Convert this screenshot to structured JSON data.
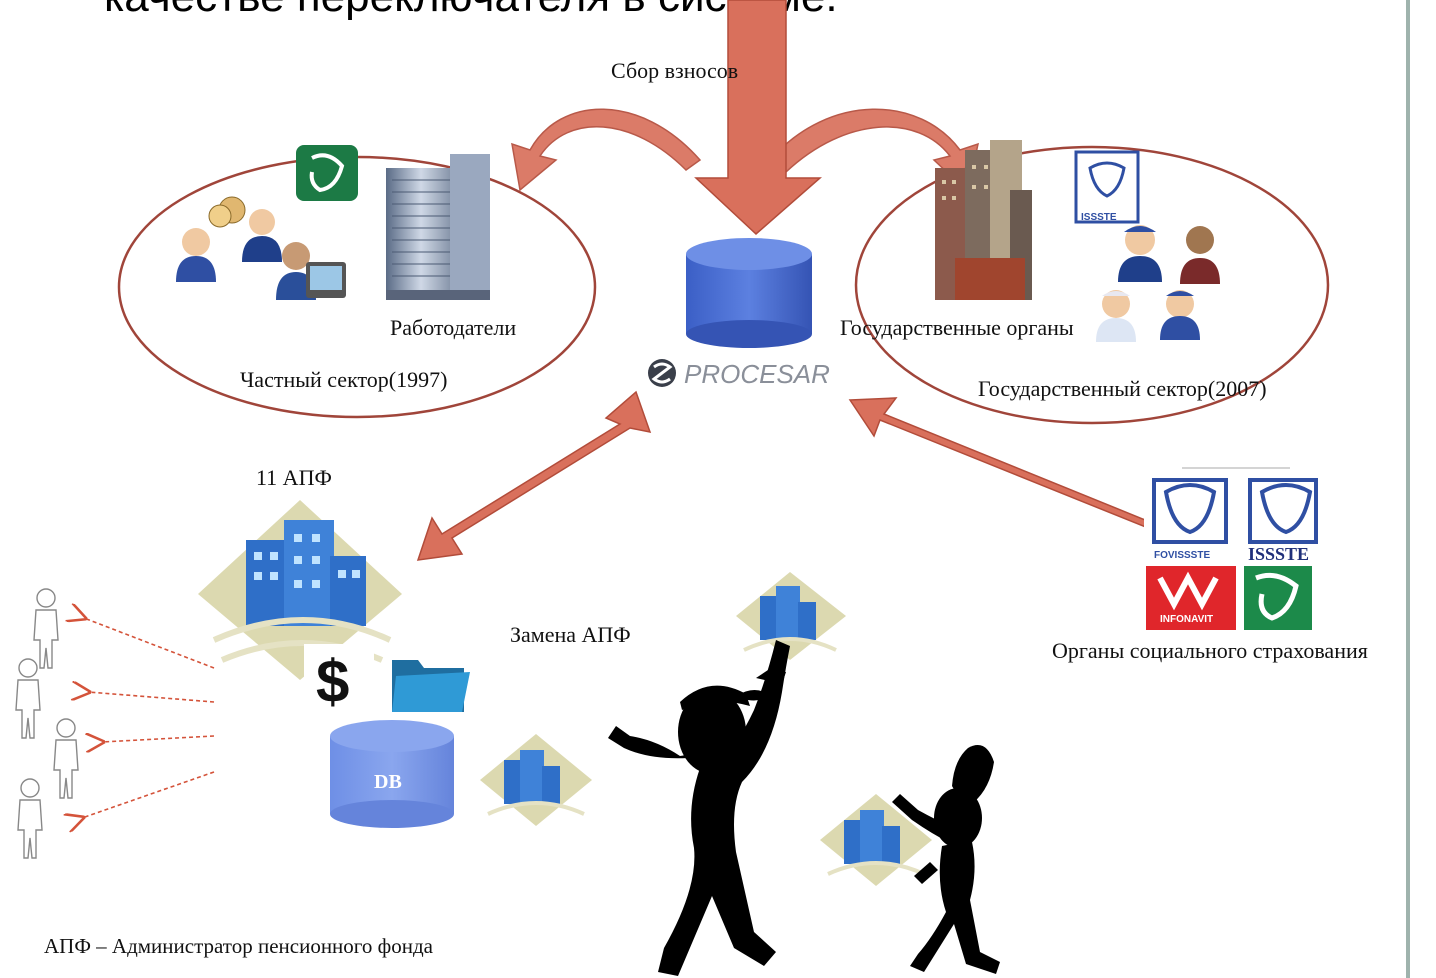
{
  "slide": {
    "title_partial": "качестве переключателя в системе.",
    "contribution_label": "Сбор взносов",
    "employers_label": "Работодатели",
    "private_sector_label": "Частный сектор(1997)",
    "gov_bodies_label": "Государственные органы",
    "public_sector_label": "Государственный сектор(2007)",
    "apf_count_label": "11 АПФ",
    "apf_change_label": "Замена АПФ",
    "social_bodies_label": "Органы социального страхования",
    "footnote": "АПФ – Администратор пенсионного фонда",
    "db_label": "DB",
    "procesar_label": "PROCESAR",
    "logos": [
      "FOVISSSTE",
      "ISSSTE",
      "INFONAVIT",
      "ISSSTE"
    ]
  },
  "colors": {
    "arrow_fill": "#d9705c",
    "arrow_stroke": "#b24c3a",
    "ellipse_stroke": "#a0453a",
    "cylinder": "#4a6fd1",
    "dashed_arrow": "#d4533a",
    "building_blue": "#2f6fc8"
  }
}
